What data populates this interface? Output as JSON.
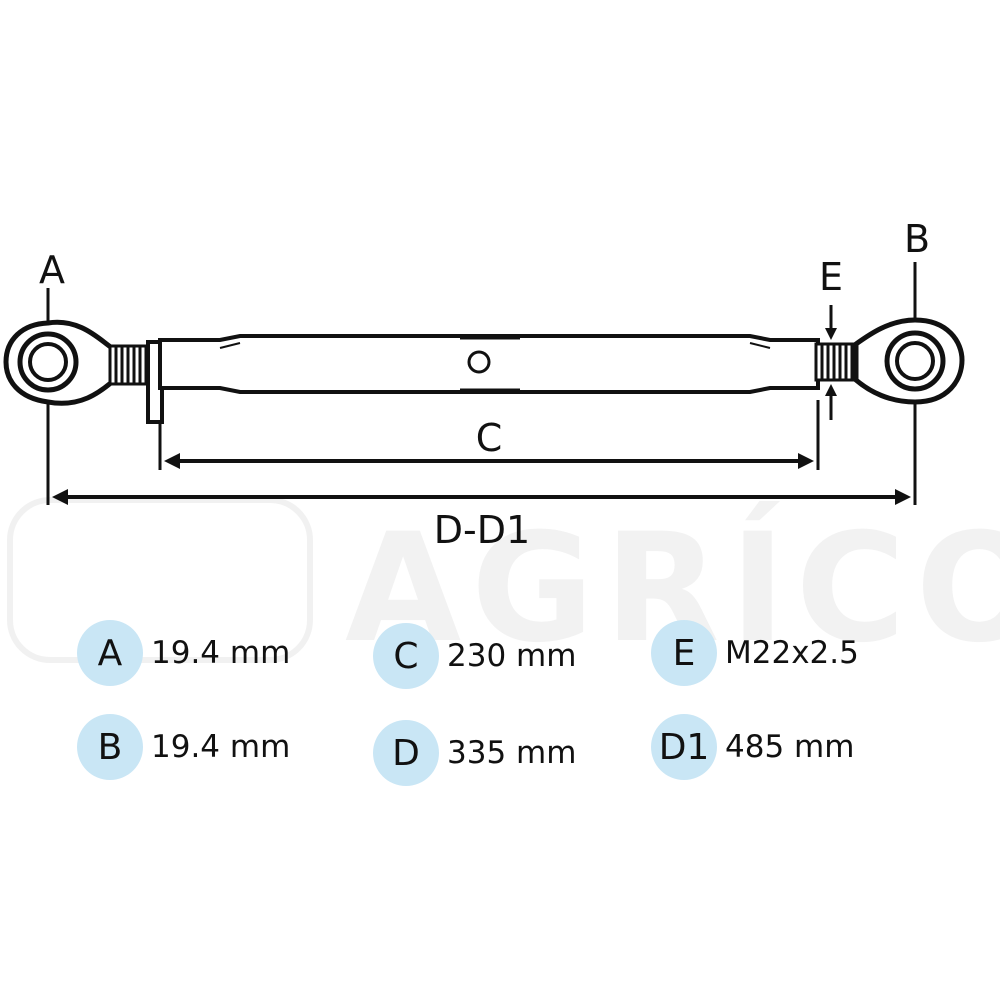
{
  "diagram": {
    "watermark_text": "AGRÍCOLA",
    "labels": {
      "A": "A",
      "B": "B",
      "C": "C",
      "E": "E",
      "D_D1": "D-D1"
    }
  },
  "legend": {
    "badge_color": "#c9e6f5",
    "items": [
      {
        "key": "A",
        "value": "19.4 mm"
      },
      {
        "key": "C",
        "value": "230 mm"
      },
      {
        "key": "E",
        "value": "M22x2.5"
      },
      {
        "key": "B",
        "value": "19.4 mm"
      },
      {
        "key": "D",
        "value": "335 mm"
      },
      {
        "key": "D1",
        "value": "485 mm"
      }
    ]
  }
}
